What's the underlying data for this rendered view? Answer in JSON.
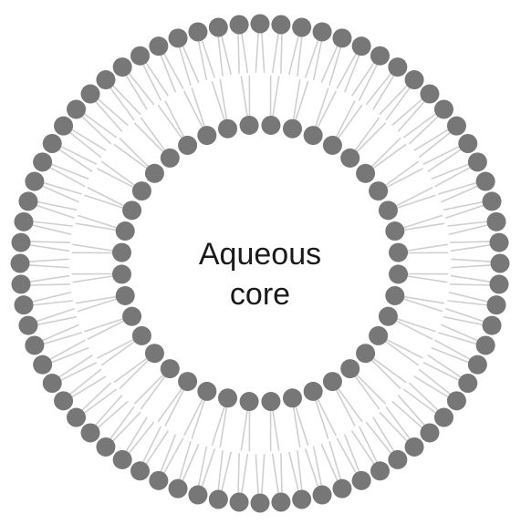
{
  "diagram": {
    "label_lines": [
      "Aqueous",
      "core"
    ],
    "colors": {
      "head": "#777777",
      "tail": "#cfcfcf",
      "background": "#ffffff",
      "text": "#1a1a1a"
    },
    "outer_leaflet_heads": 72,
    "inner_leaflet_heads": 40
  }
}
